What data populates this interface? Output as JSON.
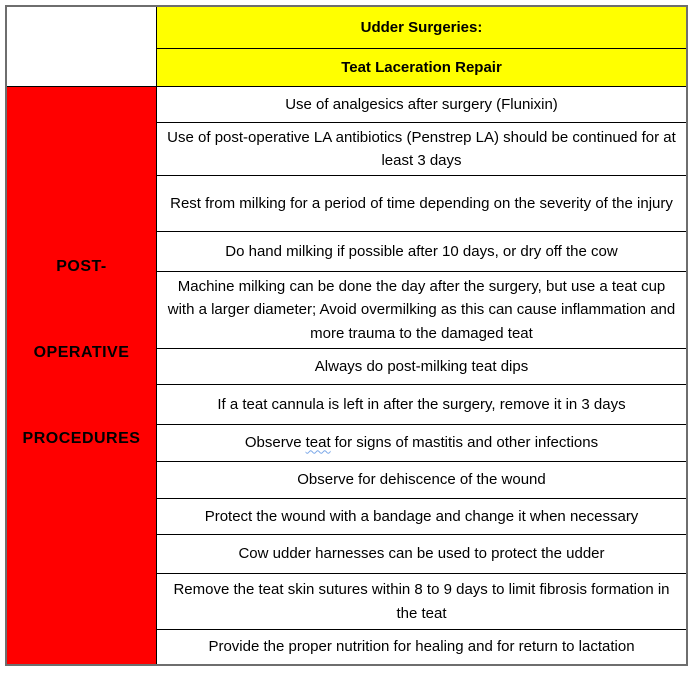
{
  "table": {
    "header": {
      "title": "Udder Surgeries:",
      "subtitle": "Teat Laceration Repair"
    },
    "row_label": {
      "lines": [
        "POST-",
        "OPERATIVE",
        "PROCEDURES"
      ]
    },
    "rows": [
      {
        "text": "Use of analgesics after surgery (Flunixin)"
      },
      {
        "text": "Use of post-operative LA antibiotics (Penstrep LA) should be continued for at least 3 days"
      },
      {
        "text": "Rest from milking for a period of time depending on the severity of the injury"
      },
      {
        "text": "Do hand milking if possible after 10 days, or dry off the cow"
      },
      {
        "text": "Machine milking can be done the day after the surgery, but use a teat cup with a larger diameter; Avoid overmilking as this can cause inflammation and more trauma to the damaged teat"
      },
      {
        "text": "Always do post-milking teat dips"
      },
      {
        "text": "If a teat cannula is left in after the surgery, remove it in 3 days"
      },
      {
        "pre": "Observe",
        "misspelled": "teat",
        "post": "for signs of mastitis and other infections"
      },
      {
        "text": "Observe for dehiscence of the wound"
      },
      {
        "text": "Protect the wound with a bandage and change it when necessary"
      },
      {
        "text": "Cow udder harnesses can be used to protect the udder"
      },
      {
        "text": "Remove the teat skin sutures within 8 to 9 days to limit fibrosis formation in the teat"
      },
      {
        "text": "Provide the proper nutrition for healing and for return to lactation"
      }
    ],
    "colors": {
      "header_bg": "#ffff00",
      "label_bg": "#ff0000",
      "inner_border": "#000000",
      "outer_border": "#6e6e6e",
      "text": "#000000",
      "spellcheck_underline": "#7aa7e8"
    }
  }
}
